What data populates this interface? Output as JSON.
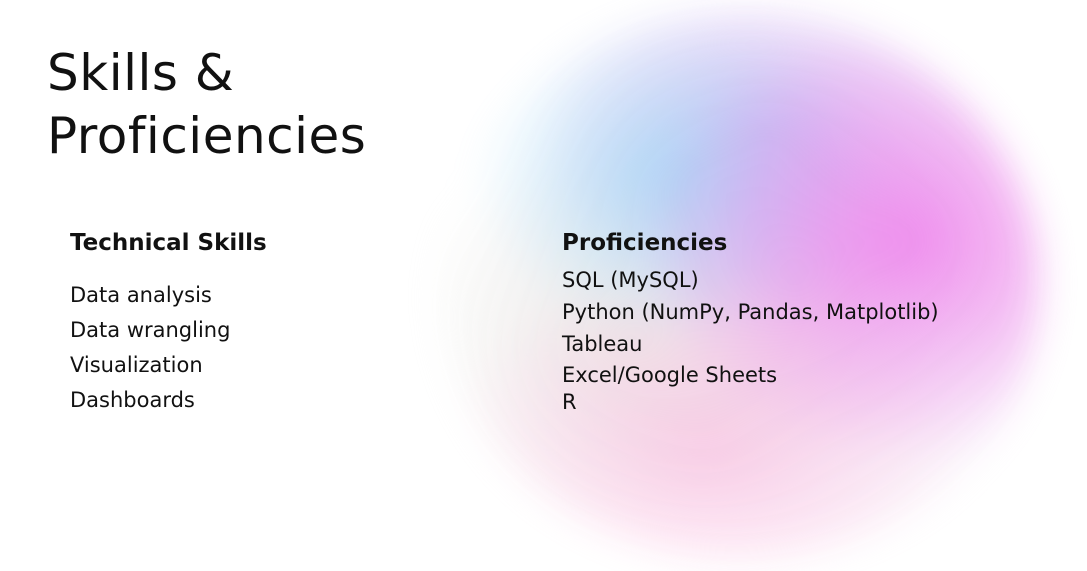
{
  "title": {
    "line1": "Skills &",
    "line2": "Proficiencies"
  },
  "technical_skills": {
    "heading": "Technical Skills",
    "items": [
      "Data analysis",
      "Data wrangling",
      "Visualization",
      "Dashboards"
    ]
  },
  "proficiencies": {
    "heading": "Proficiencies",
    "items": [
      "SQL (MySQL)",
      "Python (NumPy, Pandas, Matplotlib)",
      "Tableau",
      "Excel/Google Sheets",
      "R"
    ]
  },
  "colors": {
    "text": "#111111",
    "background": "#ffffff",
    "blob_pink": "#ee78eb",
    "blob_blue": "#96d7f5",
    "blob_lavender": "#cda5f0"
  }
}
